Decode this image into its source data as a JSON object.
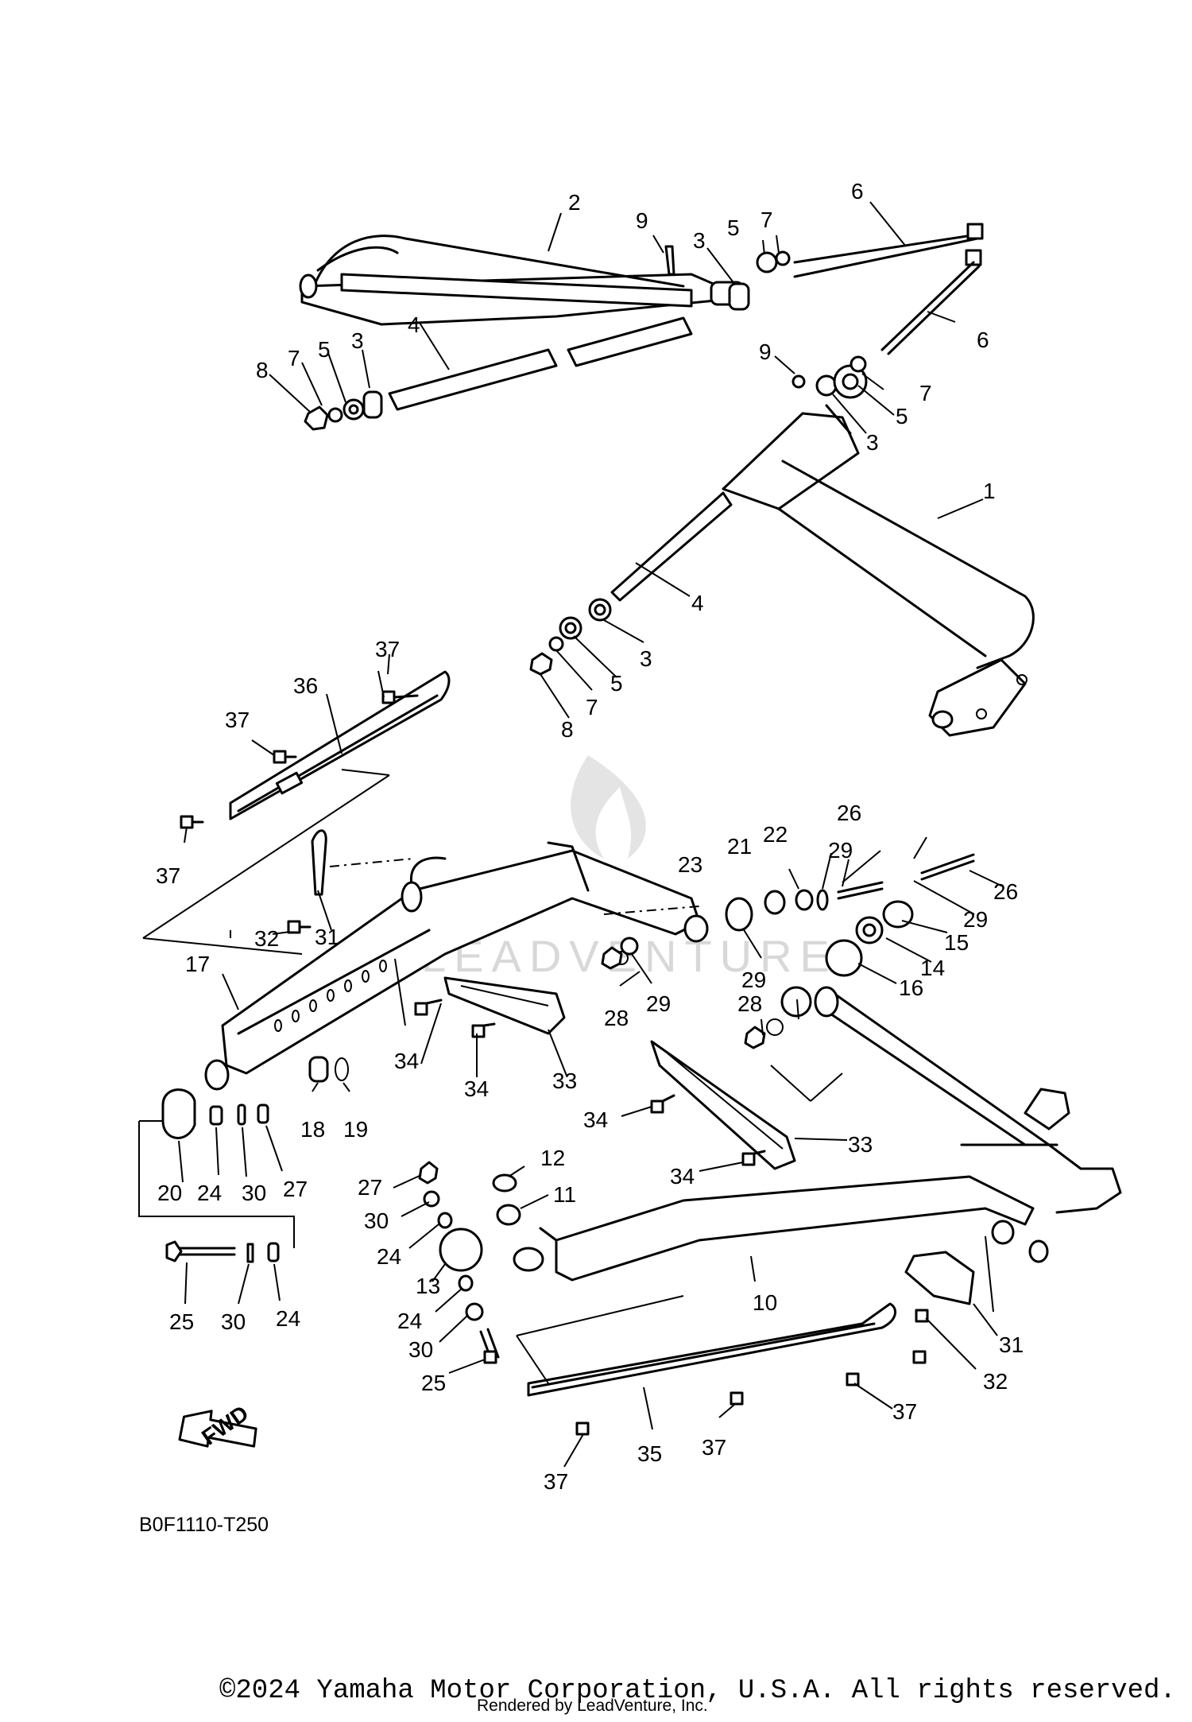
{
  "diagram": {
    "code": "B0F1110-T250",
    "fwd_label": "FWD",
    "watermark": "LEADVENTURE",
    "copyright": "©2024 Yamaha Motor Corporation, U.S.A. All rights reserved.",
    "rendered_by": "Rendered by LeadVenture, Inc.",
    "callouts": [
      "1",
      "2",
      "3",
      "4",
      "5",
      "6",
      "7",
      "8",
      "9",
      "10",
      "11",
      "12",
      "13",
      "14",
      "15",
      "16",
      "17",
      "18",
      "19",
      "20",
      "21",
      "22",
      "23",
      "24",
      "25",
      "26",
      "27",
      "28",
      "29",
      "30",
      "31",
      "32",
      "33",
      "34",
      "35",
      "36",
      "37"
    ]
  }
}
